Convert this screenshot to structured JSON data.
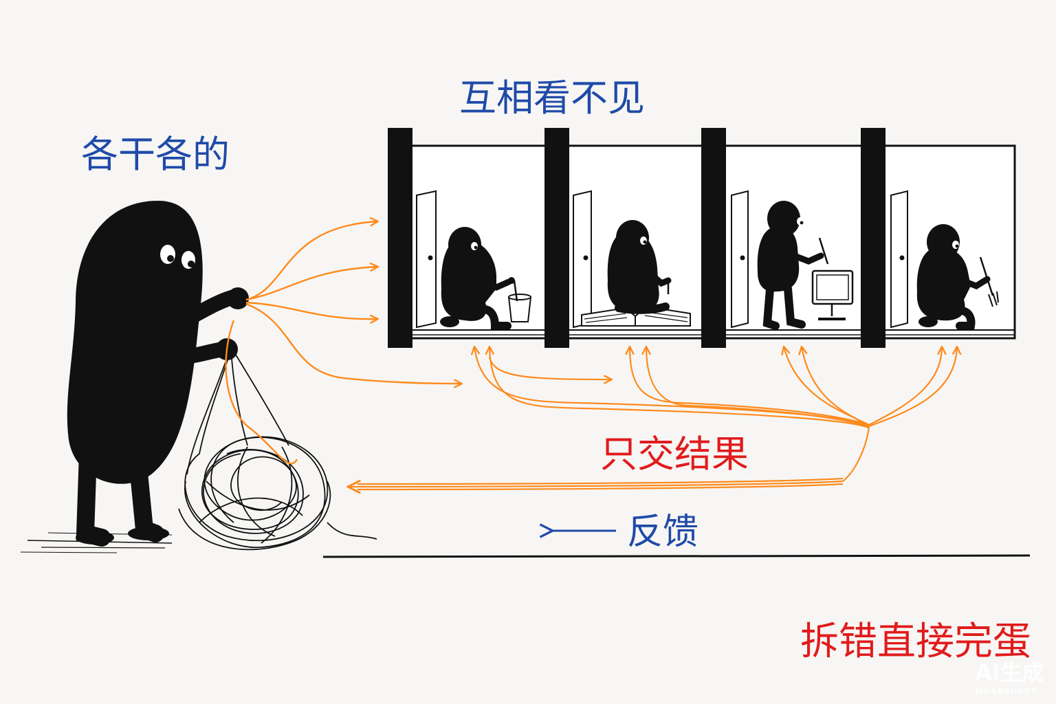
{
  "labels": {
    "working_alone": "各干各的",
    "cannot_see_each_other": "互相看不见",
    "only_hand_in_results": "只交结果",
    "feedback": "反馈",
    "wrong_split_disaster": "拆错直接完蛋"
  },
  "watermark": {
    "text": "AI生成",
    "subtext": "WORKBUDDY"
  },
  "colors": {
    "ink": "#111111",
    "thread_orange": "#ff8a1c",
    "label_blue": "#1f4aa8",
    "label_red": "#e11b1b",
    "background": "#f7f6f4"
  },
  "icons": {
    "feedback_arrow": "left-arrow",
    "rooms": [
      "cup-icon",
      "open-book-icon",
      "computer-monitor-icon",
      "fork-icon"
    ]
  }
}
